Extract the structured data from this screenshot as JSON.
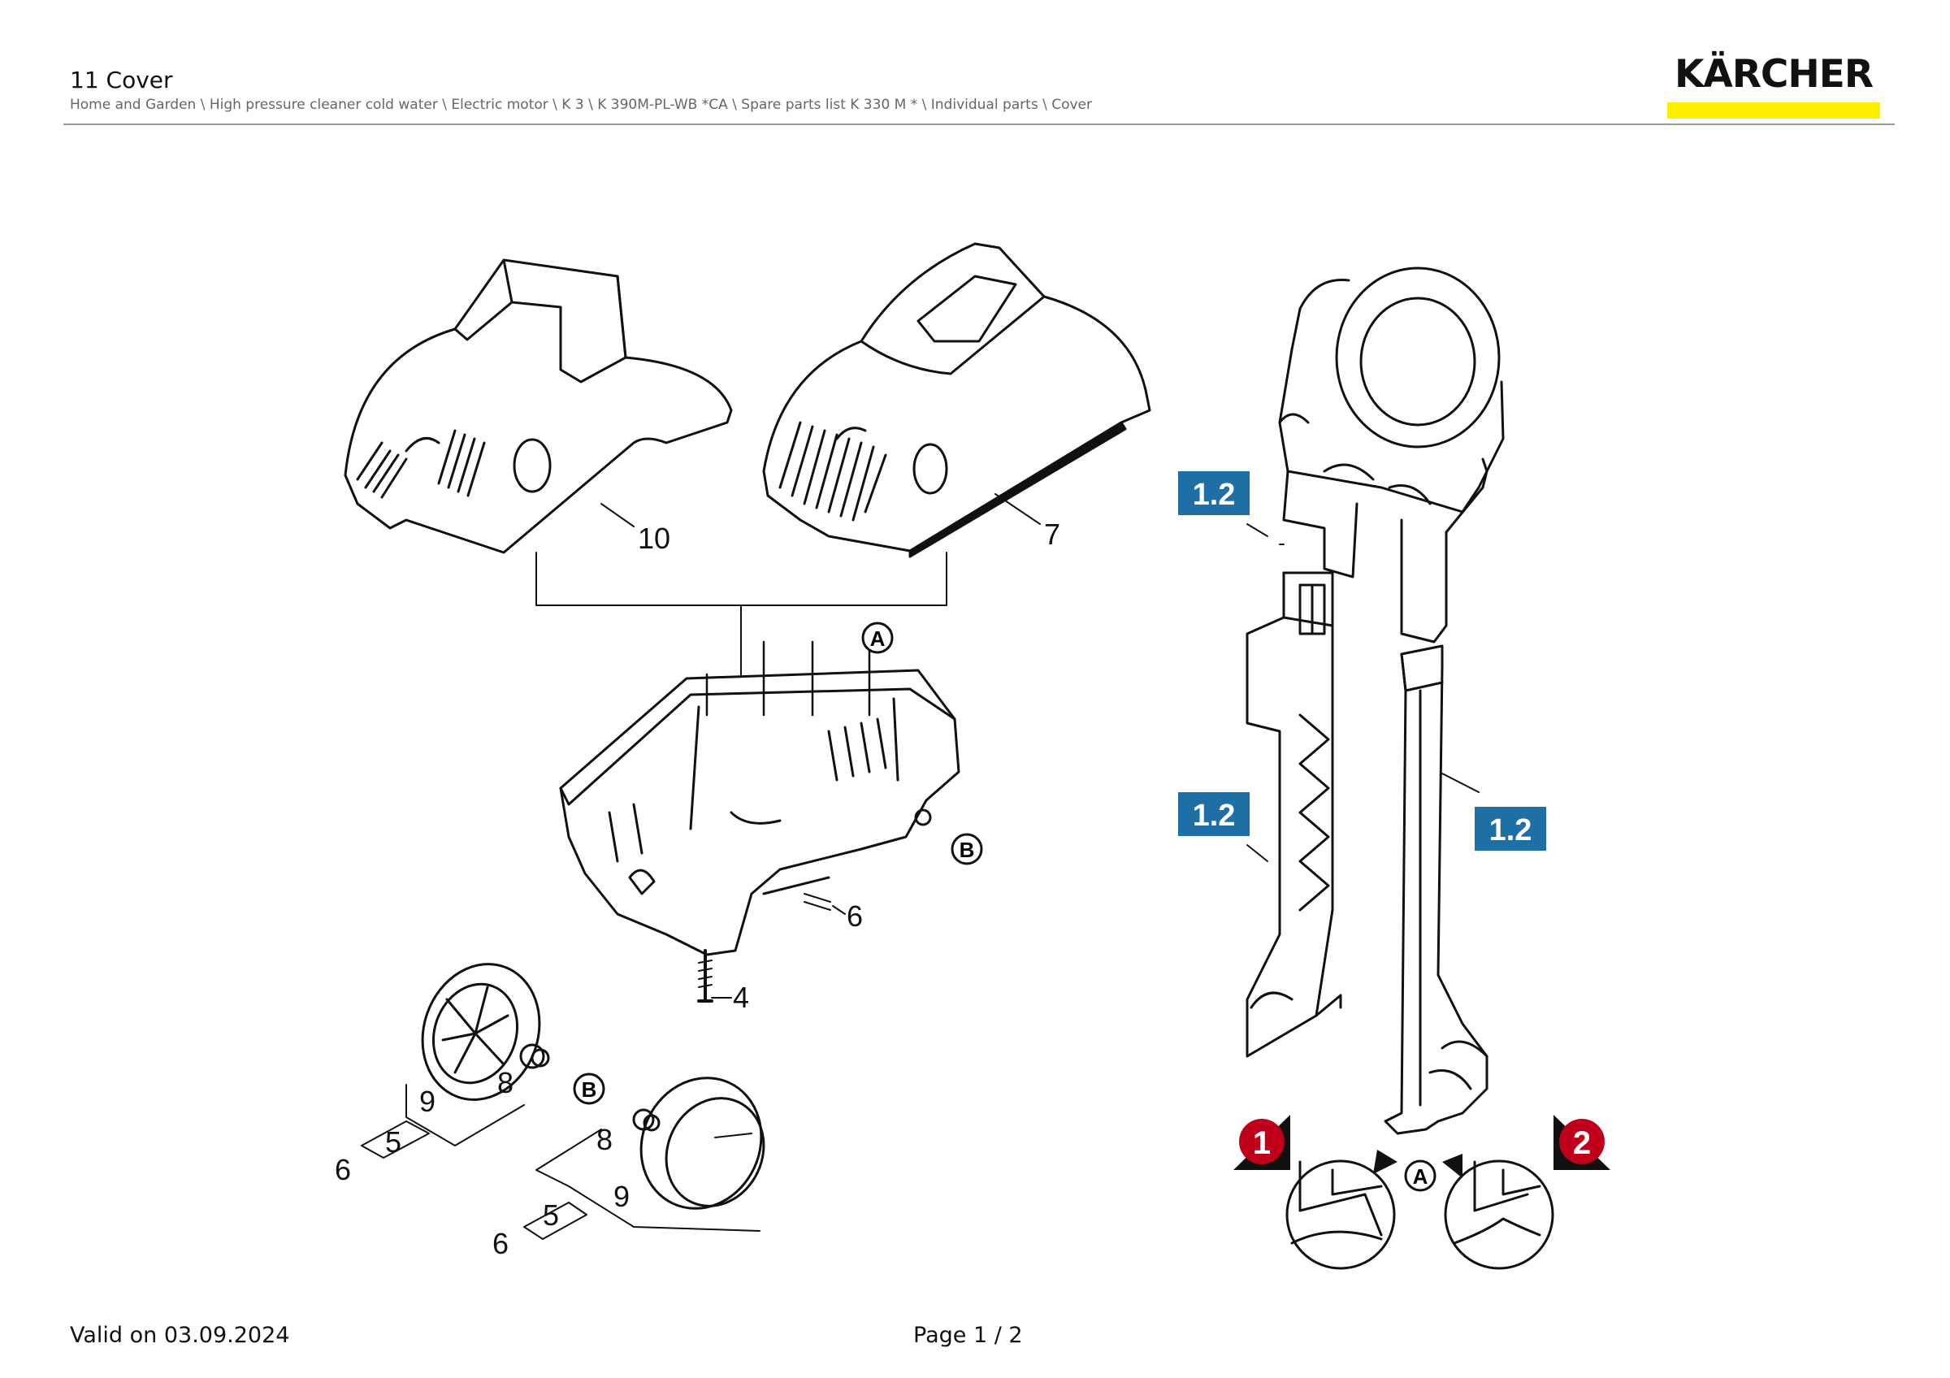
{
  "header": {
    "title": "11 Cover",
    "breadcrumb": "Home and Garden \\ High pressure cleaner cold water \\ Electric motor \\ K 3 \\ K 390M-PL-WB *CA \\ Spare parts list K 330 M * \\ Individual parts \\ Cover",
    "brand": "KÄRCHER",
    "brand_accent": "#ffed00"
  },
  "diagram": {
    "callouts": {
      "cover_left": "10",
      "cover_right": "7",
      "screw": "4",
      "base_label": "6",
      "wheel1_cap": "8",
      "wheel1_wheel": "9",
      "wheel1_set": "5",
      "wheel1_kit": "6",
      "wheel2_cap": "8",
      "wheel2_wheel": "9",
      "wheel2_set": "5",
      "wheel2_kit": "6"
    },
    "ref_markers": {
      "a": "A",
      "b": "B"
    },
    "badges": [
      "1.2",
      "1.2",
      "1.2"
    ],
    "badge_color": "#1d6fa5",
    "variants": [
      "1",
      "2"
    ],
    "variant_color": "#c0001a"
  },
  "footer": {
    "valid": "Valid on 03.09.2024",
    "page": "Page 1 / 2"
  }
}
